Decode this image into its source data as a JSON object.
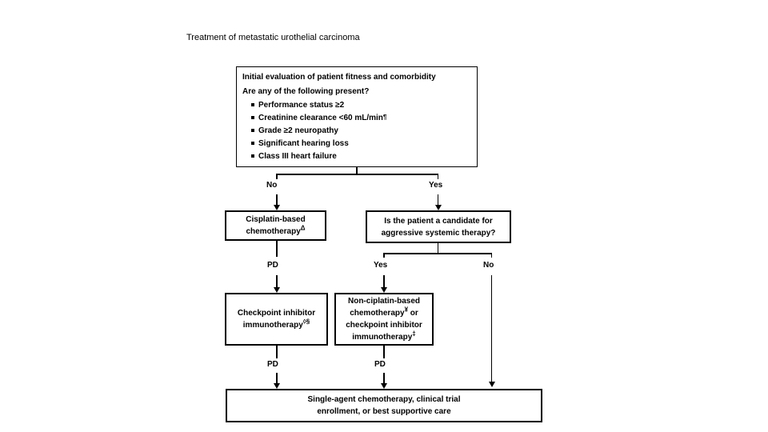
{
  "title": "Treatment of metastatic urothelial carcinoma",
  "colors": {
    "line": "#000000",
    "background": "#ffffff",
    "text": "#000000"
  },
  "initial_box": {
    "heading": "Initial evaluation of patient fitness and comorbidity",
    "question": "Are any of the following present?",
    "bullets": [
      {
        "text": "Performance status ≥2",
        "sup": ""
      },
      {
        "text": "Creatinine clearance <60 mL/min",
        "sup": "¶"
      },
      {
        "text": "Grade ≥2 neuropathy",
        "sup": ""
      },
      {
        "text": "Significant hearing loss",
        "sup": ""
      },
      {
        "text": "Class III heart failure",
        "sup": ""
      }
    ]
  },
  "labels": {
    "branch1_no": "No",
    "branch1_yes": "Yes",
    "pd_cisplatin": "PD",
    "branch2_yes": "Yes",
    "branch2_no": "No",
    "pd_checkpoint": "PD",
    "pd_noncisplatin": "PD"
  },
  "cisplatin_box": {
    "line1": "Cisplatin-based",
    "line2": "chemotherapy",
    "sup": "Δ"
  },
  "candidate_box": {
    "line1": "Is the patient a candidate for",
    "line2": "aggressive systemic therapy?"
  },
  "checkpoint_box": {
    "line1": "Checkpoint inhibitor",
    "line2": "immunotherapy",
    "sup": "◊§"
  },
  "noncisplatin_box": {
    "line1": "Non-ciplatin-based",
    "line2a": "chemotherapy",
    "line2sup": "¥",
    "line2b": " or",
    "line3": "checkpoint inhibitor",
    "line4": "immunotherapy",
    "line4sup": "‡"
  },
  "outcome_box": {
    "line1": "Single-agent chemotherapy, clinical trial",
    "line2": "enrollment, or best supportive care"
  }
}
